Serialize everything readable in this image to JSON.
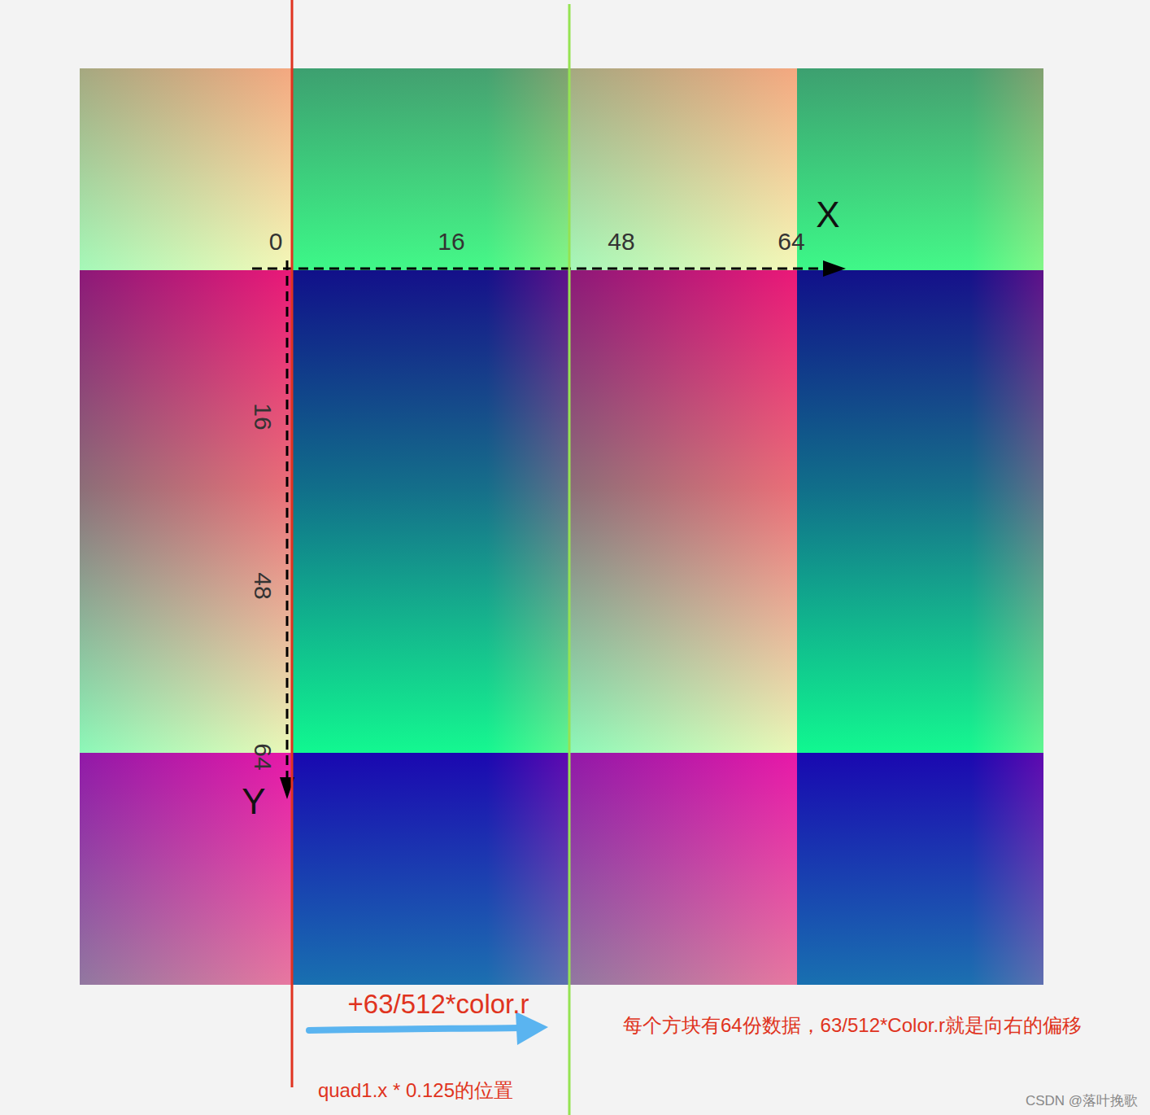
{
  "diagram": {
    "labels": [
      "0",
      "16",
      "48",
      "64",
      "X",
      "16",
      "48",
      "64",
      "Y",
      "+63/512*color.r",
      "每个方块有64份数据，63/512*Color.r就是向右的偏移",
      "quad1.x * 0.125的位置",
      "CSDN @落叶挽歌"
    ]
  }
}
